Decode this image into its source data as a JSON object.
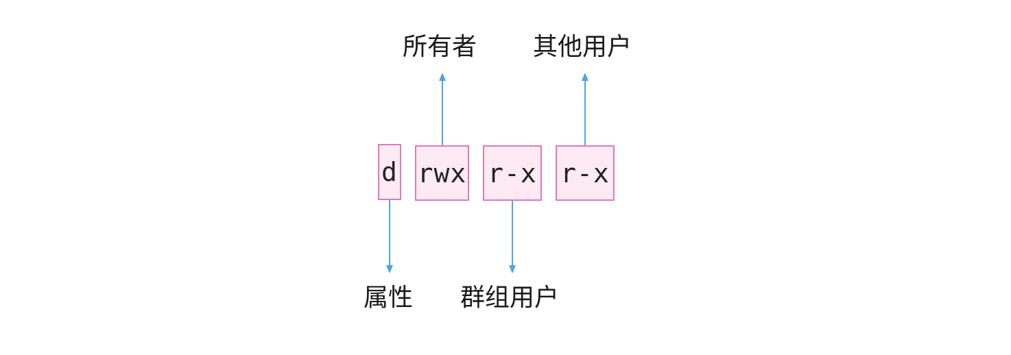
{
  "permission_fields": {
    "type": "d",
    "owner_perm": "rwx",
    "group_perm": "r-x",
    "other_perm": "r-x"
  },
  "labels": {
    "owner": "所有者",
    "other_users": "其他用户",
    "attribute": "属性",
    "group_users": "群组用户"
  },
  "colors": {
    "box_border": "#e07ab4",
    "box_fill": "#fdeaf3",
    "arrow": "#4da3e8"
  }
}
